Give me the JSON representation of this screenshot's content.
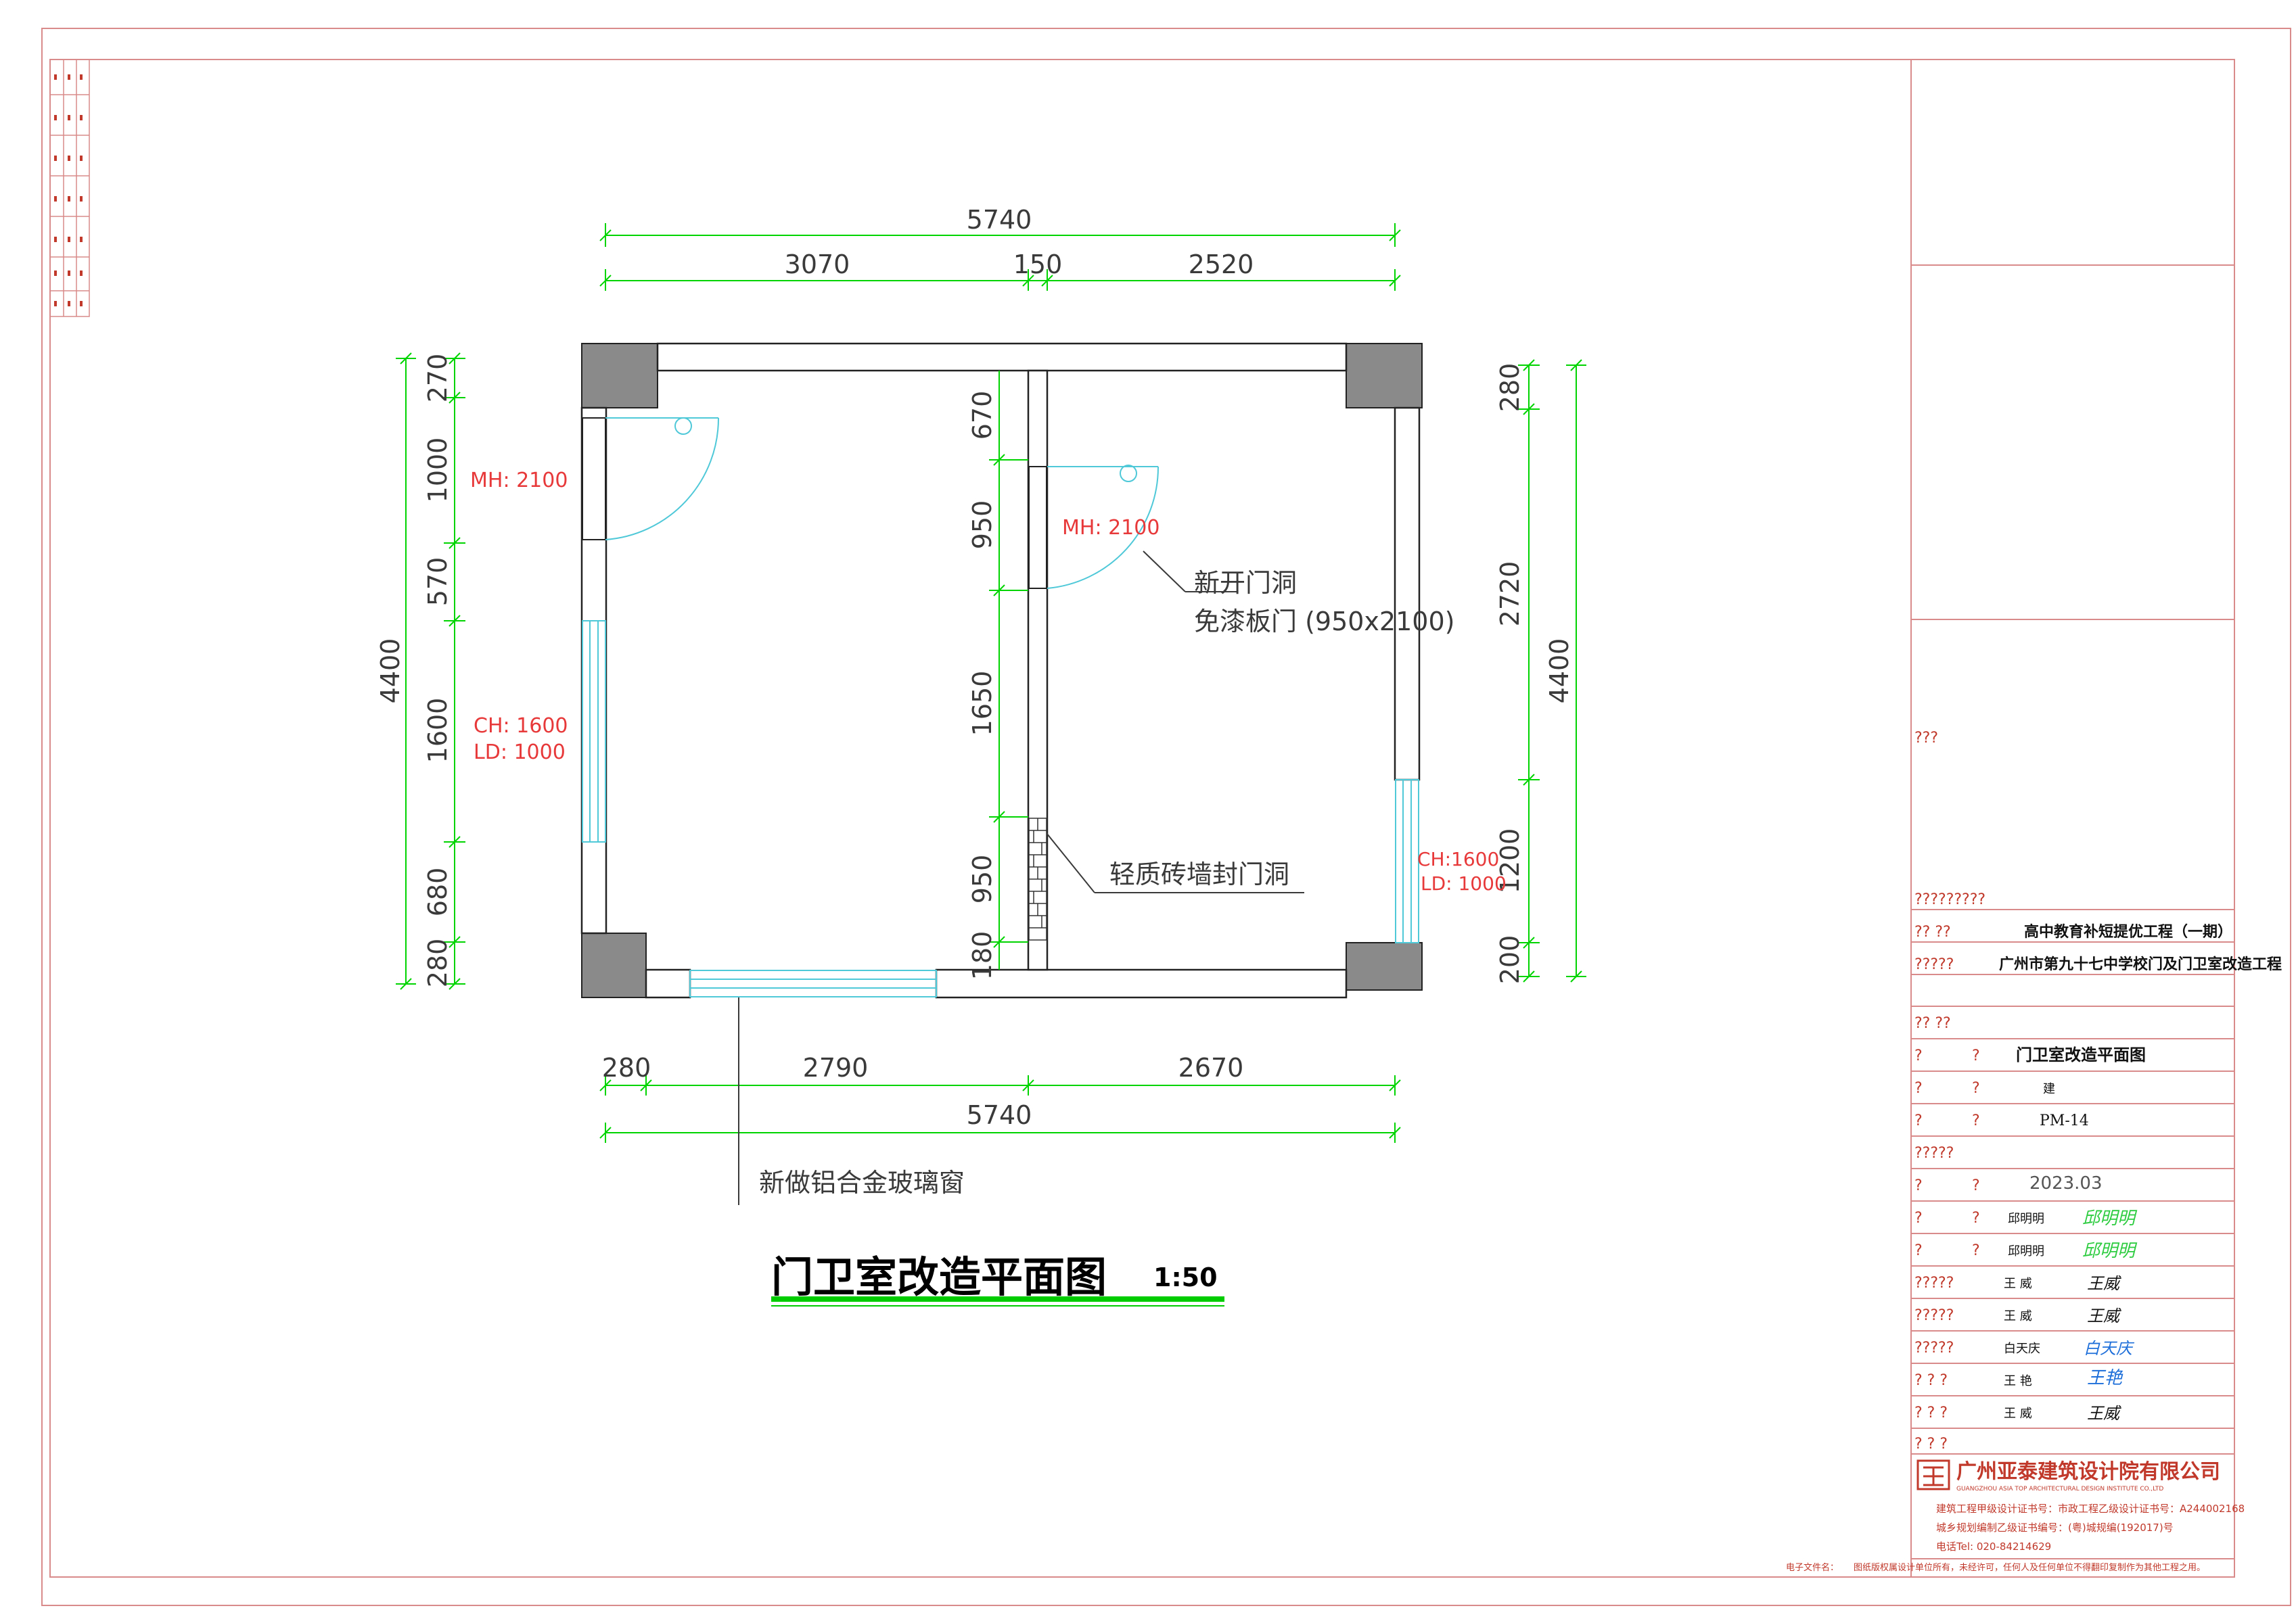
{
  "plan": {
    "top_overall": "5740",
    "top_segments": [
      "3070",
      "150",
      "2520"
    ],
    "bottom_segments": [
      "280",
      "2790",
      "2670"
    ],
    "bottom_overall": "5740",
    "left_overall": "4400",
    "left_segments": [
      "270",
      "1000",
      "570",
      "1600",
      "680",
      "280"
    ],
    "mid_segments": [
      "670",
      "950",
      "1650",
      "950",
      "180"
    ],
    "right_segments": [
      "280",
      "2720",
      "1200",
      "200"
    ],
    "right_overall": "4400",
    "tag_left_door": "MH: 2100",
    "tag_left_window_ch": "CH: 1600",
    "tag_left_window_ld": "LD: 1000",
    "tag_mid_door": "MH: 2100",
    "tag_right_window_ch": "CH:1600",
    "tag_right_window_ld": "LD: 1000",
    "note_door_1": "新开门洞",
    "note_door_2": "免漆板门 (950x2100)",
    "note_brick": "轻质砖墙封门洞",
    "note_window": "新做铝合金玻璃窗"
  },
  "drawing_title": "门卫室改造平面图",
  "drawing_scale": "1:50",
  "title_block": {
    "q1": "???",
    "q2": "?????????",
    "row_project": {
      "label": "??  ??",
      "value": "高中教育补短提优工程（一期）"
    },
    "row_subproject": {
      "label": "?????",
      "value": "广州市第九十七中学校门及门卫室改造工程"
    },
    "q3": "??  ??",
    "row_name": {
      "label": "?",
      "label2": "?",
      "value": "门卫室改造平面图"
    },
    "row_type": {
      "label": "?",
      "label2": "?",
      "value": "建"
    },
    "row_num": {
      "label": "?",
      "label2": "?",
      "value": "PM-14"
    },
    "q4": "?????",
    "row_date": {
      "label": "?",
      "label2": "?",
      "value": "2023.03"
    },
    "people": [
      {
        "label": "?",
        "label2": "?",
        "name": "邱明明",
        "sig": "邱明明"
      },
      {
        "label": "?",
        "label2": "?",
        "name": "邱明明",
        "sig": "邱明明"
      },
      {
        "label": "?????",
        "label2": "",
        "name": "王 威",
        "sig": "王威"
      },
      {
        "label": "?????",
        "label2": "",
        "name": "王 威",
        "sig": "王威"
      },
      {
        "label": "?????",
        "label2": "",
        "name": "白天庆",
        "sig": "白天庆"
      },
      {
        "label": "?  ?  ?",
        "label2": "",
        "name": "王 艳",
        "sig": "王艳"
      },
      {
        "label": "?  ?  ?",
        "label2": "",
        "name": "王 威",
        "sig": "王威"
      }
    ],
    "q5": "?  ?  ?",
    "company": "广州亚泰建筑设计院有限公司",
    "company_en": "GUANGZHOU ASIA TOP ARCHITECTURAL DESIGN INSTITUTE CO.,LTD",
    "cert_1": "建筑工程甲级设计证书号：市政工程乙级设计证书号：A244002168",
    "cert_2": "城乡规划编制乙级证书编号：(粤)城规编(192017)号",
    "tel": "电话Tel:    020-84214629",
    "footer_label": "电子文件名：",
    "footer_text": "图纸版权属设计单位所有，未经许可，任何人及任何单位不得翻印复制作为其他工程之用。"
  },
  "colors": {
    "frame": "#d98a8a",
    "dim": "#00d400",
    "wall": "#222222",
    "column": "#8a8a8a",
    "glass": "#4fc8d8",
    "tag": "#e8393a",
    "title_underline": "#00cc00"
  }
}
